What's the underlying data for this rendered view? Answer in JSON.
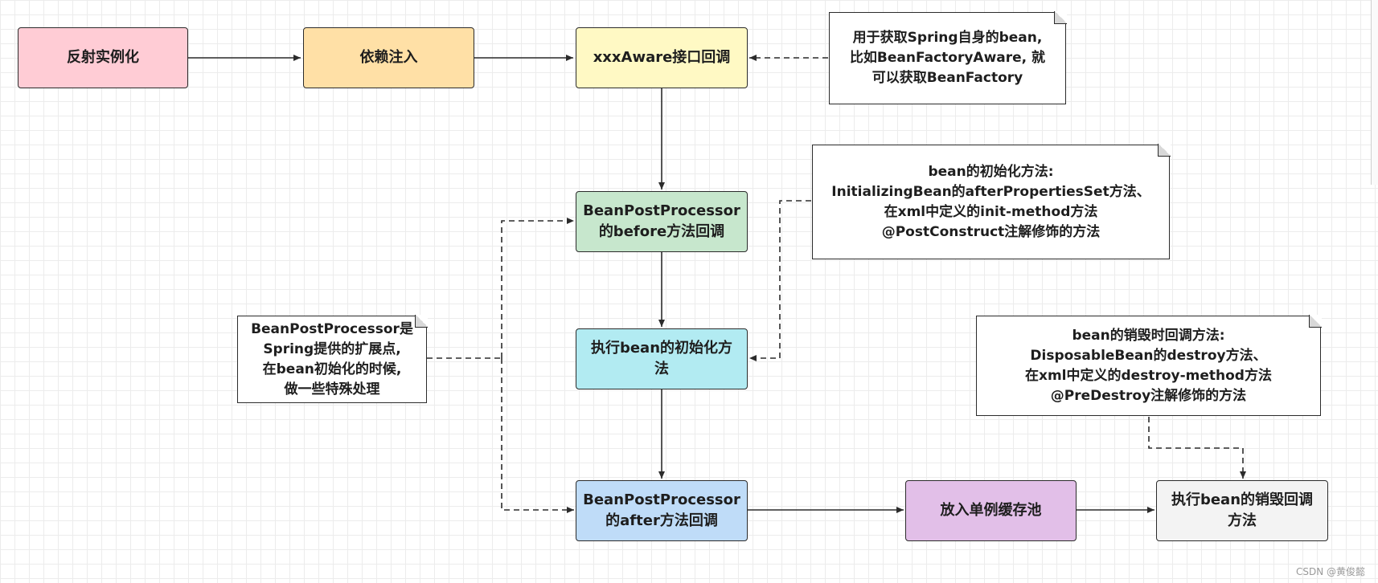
{
  "colors": {
    "pink": "#ffccd5",
    "orange": "#ffe0a6",
    "yellow": "#fff9c4",
    "green": "#c7e7cd",
    "cyan": "#b2ebf2",
    "blue": "#bfdcf8",
    "purple": "#e2bfe8",
    "gray": "#f3f3f3",
    "stroke": "#2b2b2b"
  },
  "nodes": {
    "reflect": "反射实例化",
    "inject": "依赖注入",
    "aware": "xxxAware接口回调",
    "before": "BeanPostProcessor\n的before方法回调",
    "init": "执行bean的初始化方\n法",
    "after": "BeanPostProcessor\n的after方法回调",
    "cache": "放入单例缓存池",
    "destroy": "执行bean的销毁回调\n方法"
  },
  "notes": {
    "aware_note": "用于获取Spring自身的bean,\n比如BeanFactoryAware, 就\n可以获取BeanFactory",
    "init_note": "bean的初始化方法:\nInitializingBean的afterPropertiesSet方法、\n在xml中定义的init-method方法\n@PostConstruct注解修饰的方法",
    "bpp_note": "BeanPostProcessor是\nSpring提供的扩展点,\n在bean初始化的时候,\n做一些特殊处理",
    "destroy_note": "bean的销毁时回调方法:\nDisposableBean的destroy方法、\n在xml中定义的destroy-method方法\n@PreDestroy注解修饰的方法"
  },
  "watermark": "CSDN @黄俊懿"
}
